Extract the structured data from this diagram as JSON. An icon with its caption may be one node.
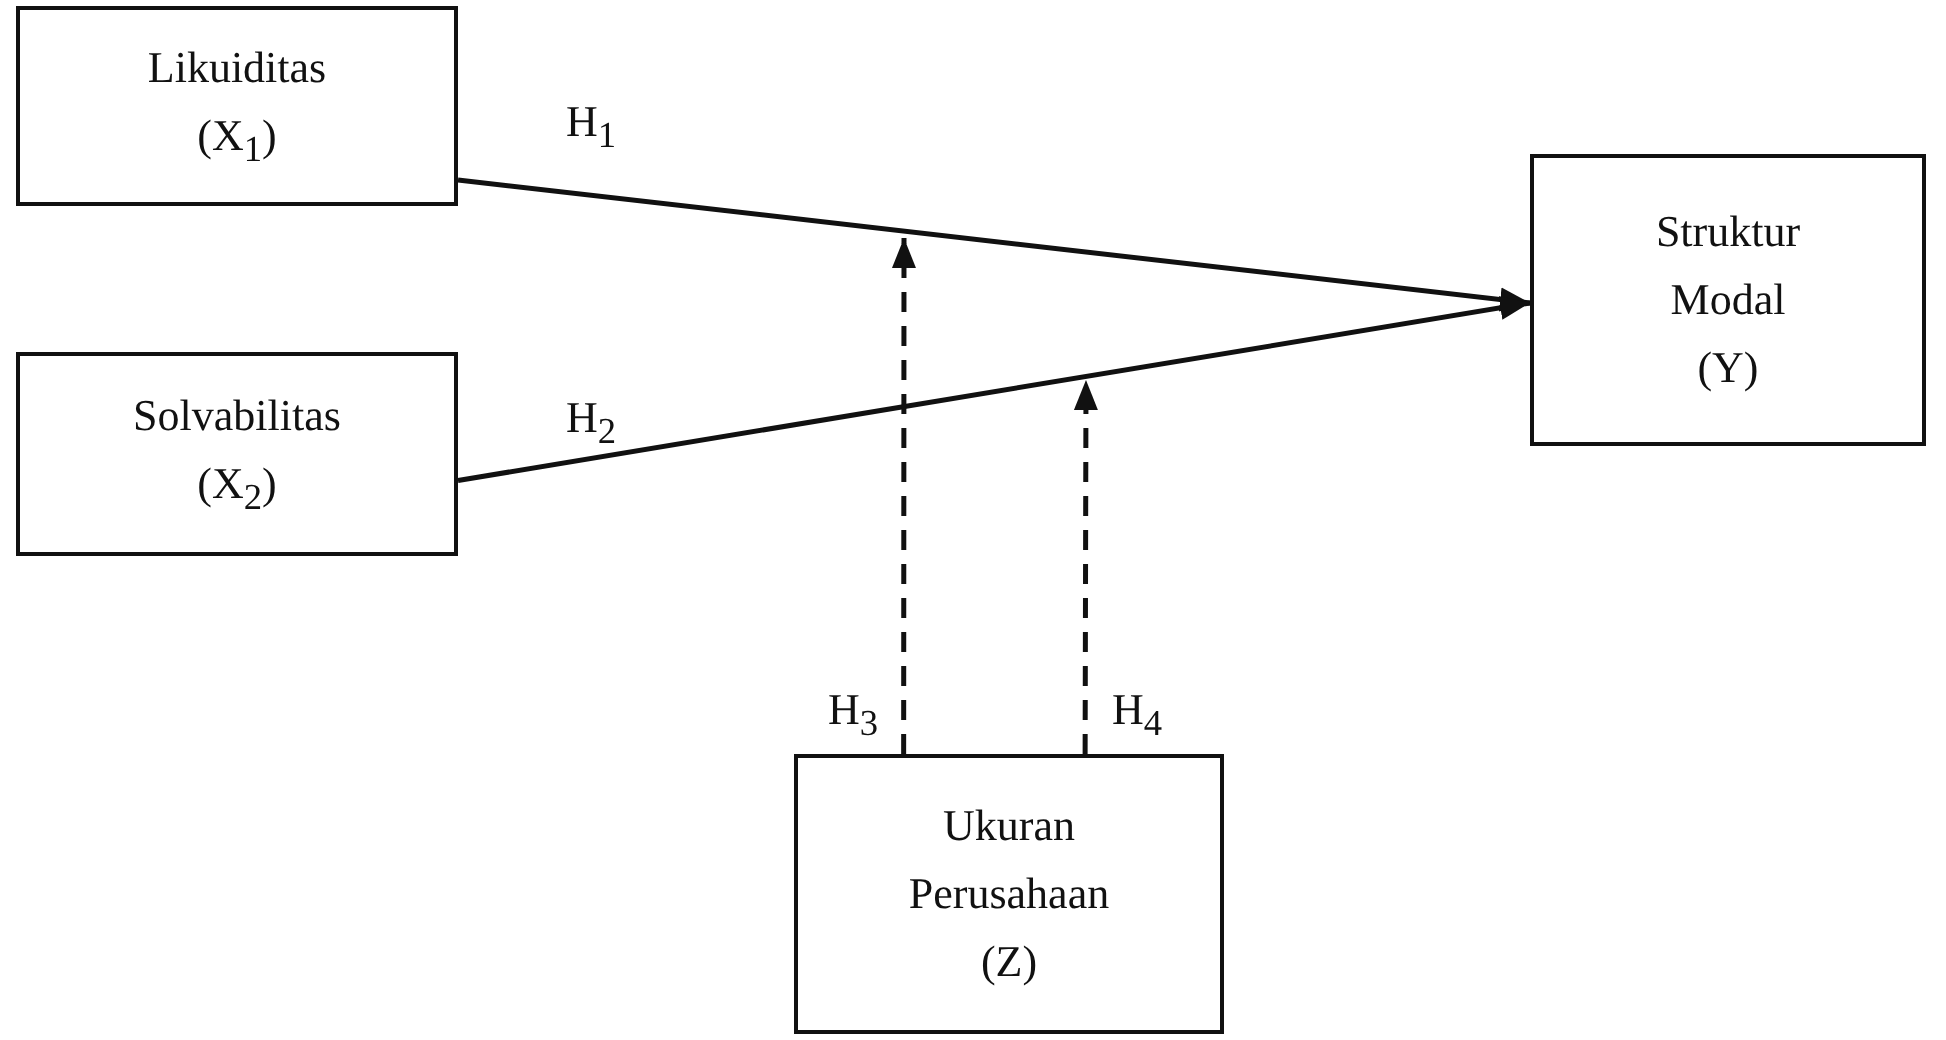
{
  "diagram": {
    "nodes": [
      {
        "text": [
          "Likuiditas",
          "(X$_{1}$)"
        ]
      },
      {
        "text": [
          "Solvabilitas",
          "(X$_{2}$)"
        ]
      },
      {
        "text": [
          "Struktur Modal",
          "(Y)"
        ]
      },
      {
        "text": [
          "Ukuran Perusahaan",
          "(Z)"
        ]
      }
    ],
    "edges": [
      {
        "from": 0,
        "to": 2,
        "arrow": "to",
        "label": "H$_{1}$"
      },
      {
        "from": 1,
        "to": 2,
        "arrow": "to",
        "label": "H$_{2}$"
      },
      {
        "from": 3,
        "to": null,
        "arrow": "to",
        "label": "H$_{3}$",
        "style": "dashed"
      },
      {
        "from": 3,
        "to": null,
        "arrow": "to",
        "label": "H$_{4}$",
        "style": "dashed"
      }
    ]
  }
}
